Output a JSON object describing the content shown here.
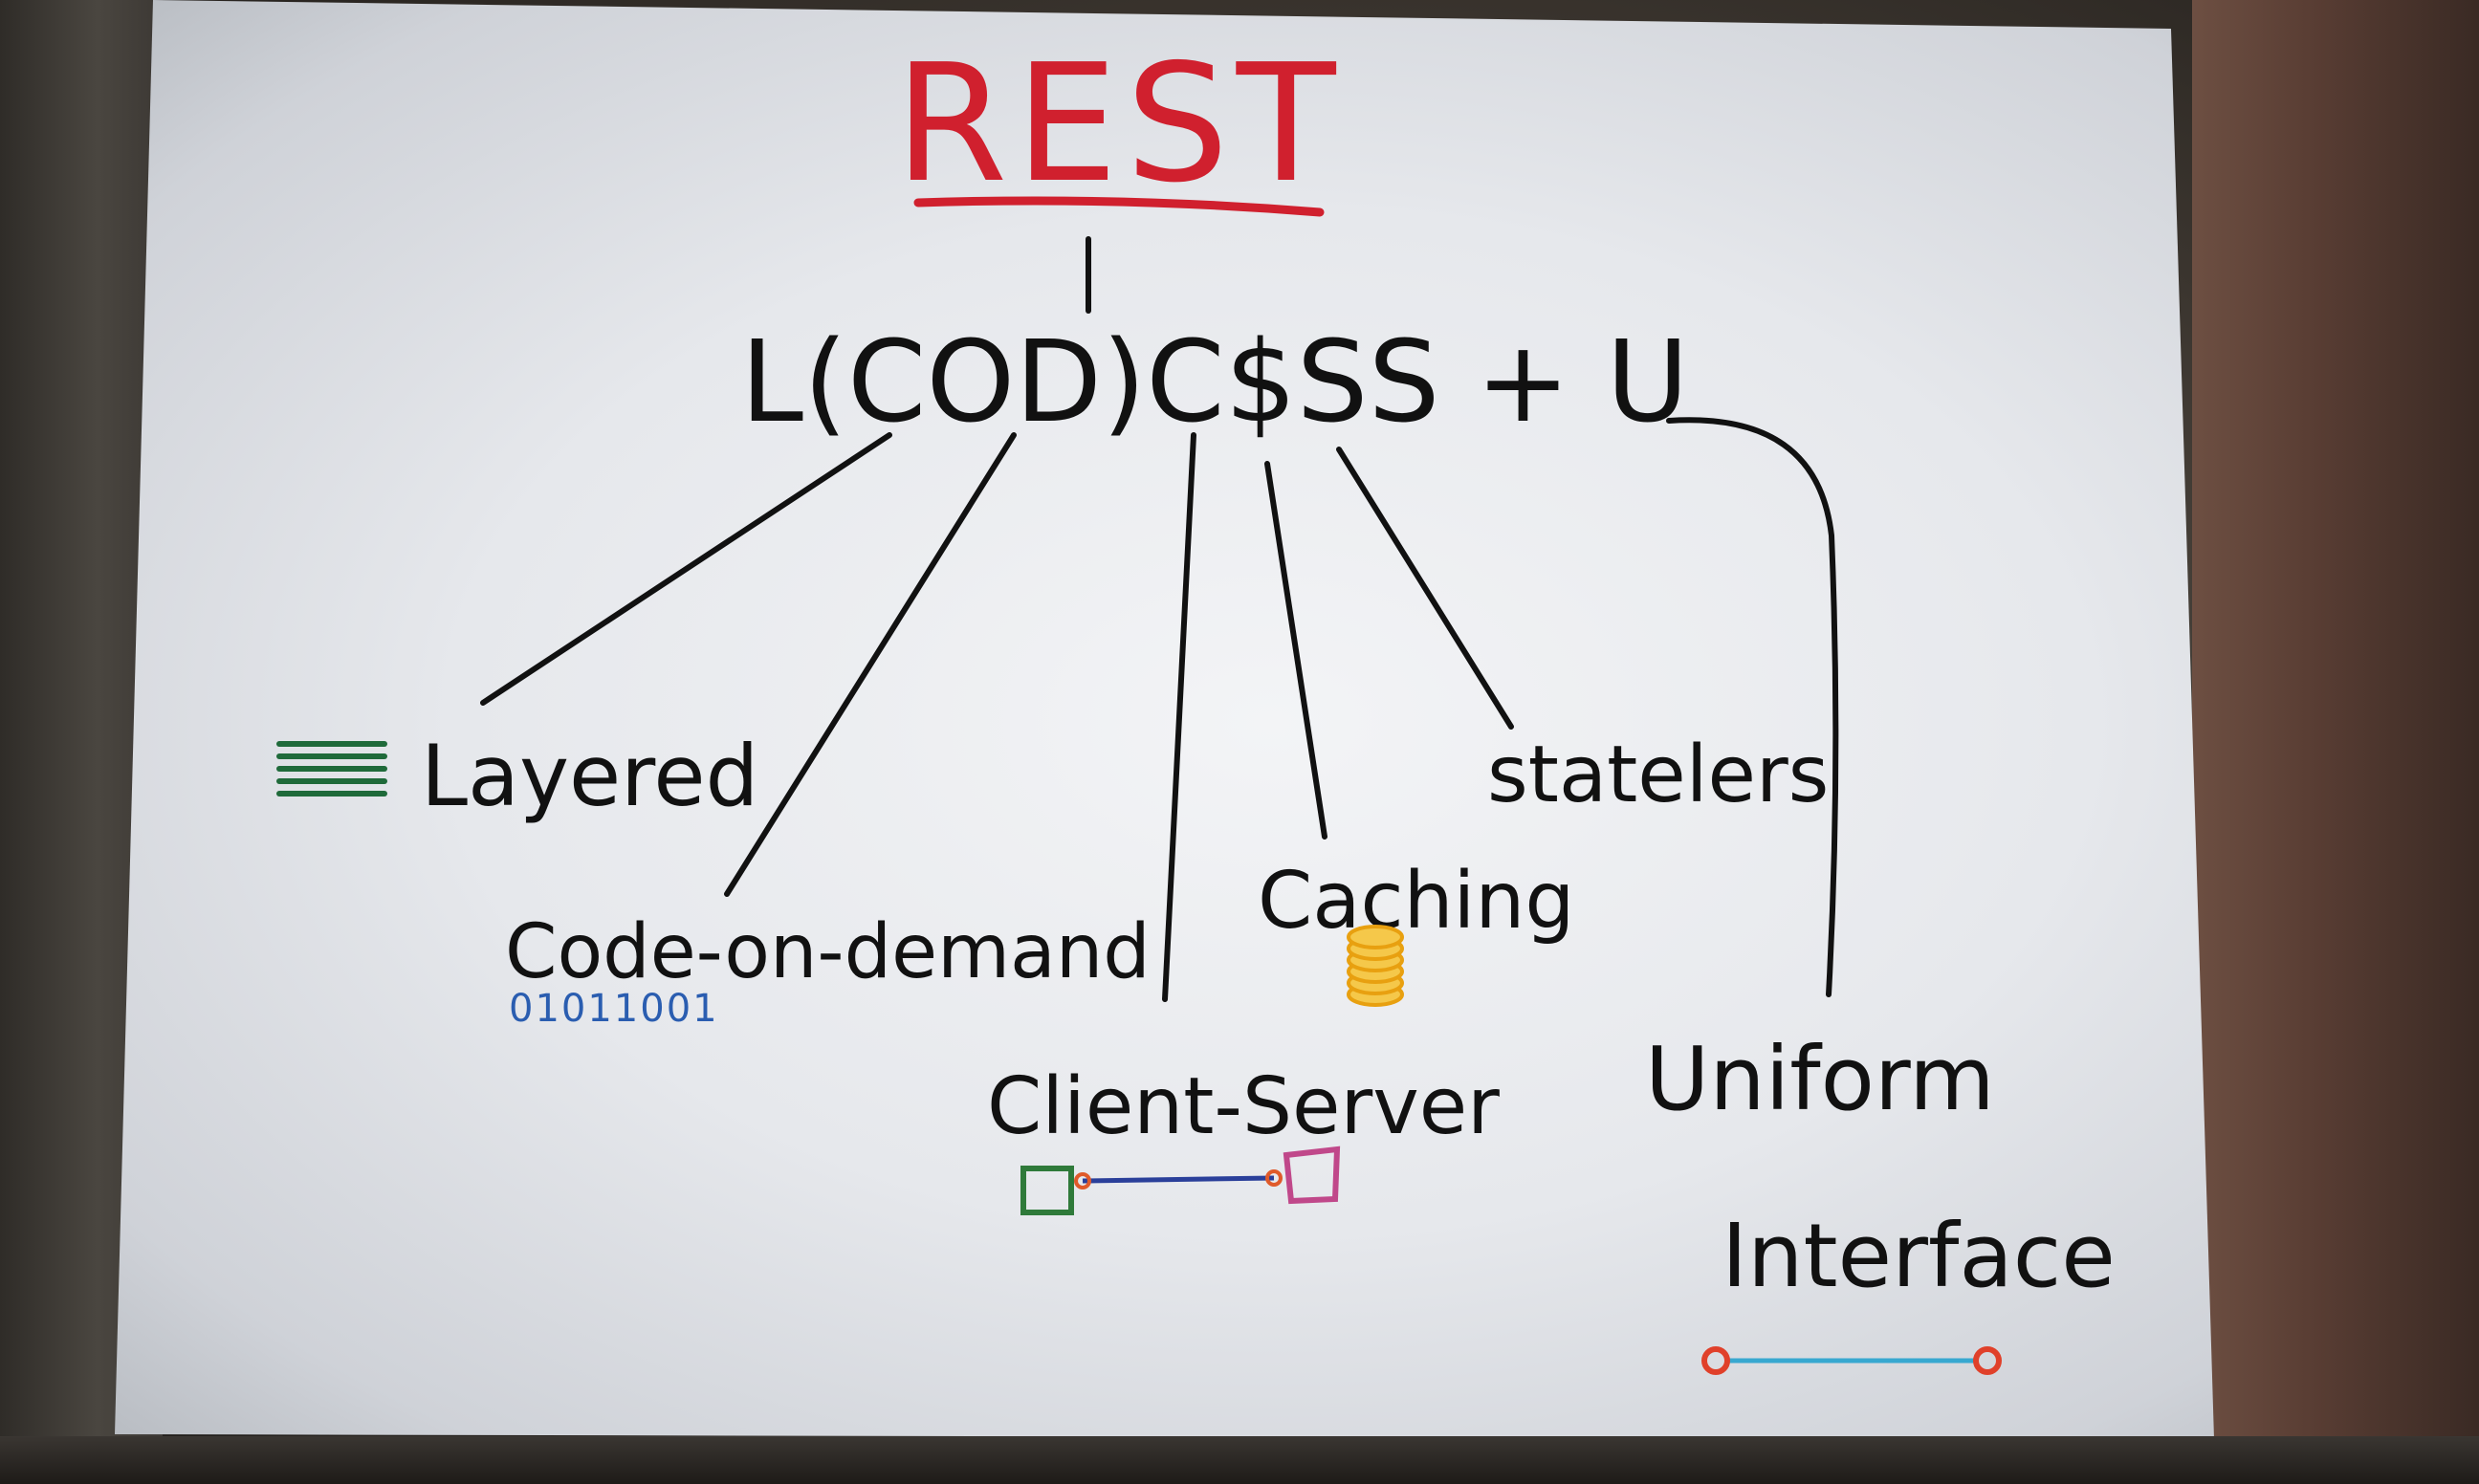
{
  "title": "REST",
  "formula": "L(COD)C$SS + U",
  "nodes": {
    "layered": "Layered",
    "code_on_demand": "Code-on-demand",
    "binary": "01011001",
    "caching": "Caching",
    "stateless": "statelers",
    "client_server": "Client-Server",
    "uniform": "Uniform",
    "interface": "Interface"
  },
  "colors": {
    "title": "#d0202e",
    "ink": "#111111",
    "layered_icon": "#1f6a3a",
    "binary": "#2a5db0",
    "coins": "#e8b020",
    "client_box": "#2f7a3a",
    "server_box": "#c0488a",
    "connector": "#2a3f9a",
    "connector_end": "#e05a2a",
    "interface_line": "#38a8d0",
    "interface_ends": "#e0402a"
  },
  "icons": {
    "layered": "stacked-lines-icon",
    "binary": "binary-code-icon",
    "caching": "coin-stack-icon",
    "client_server": "client-server-connection-icon",
    "interface": "interface-connector-icon"
  }
}
